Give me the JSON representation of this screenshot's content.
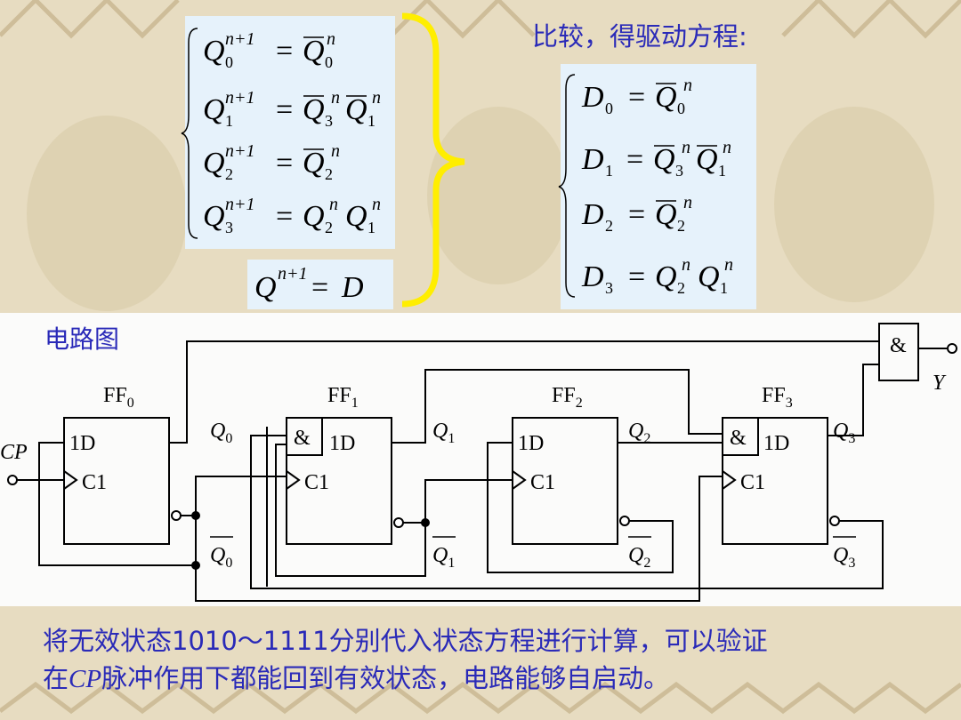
{
  "header": {
    "right_title": "比较，得驱动方程:"
  },
  "state_equations": {
    "q0": {
      "lhs": "Q",
      "sub": "0",
      "sup": "n+1",
      "rhs": "= Q̄₀ⁿ"
    },
    "q1": {
      "lhs": "Q",
      "sub": "1",
      "sup": "n+1",
      "rhs": "= Q̄₃ⁿQ̄₁ⁿ"
    },
    "q2": {
      "lhs": "Q",
      "sub": "2",
      "sup": "n+1",
      "rhs": "= Q̄₂ⁿ"
    },
    "q3": {
      "lhs": "Q",
      "sub": "3",
      "sup": "n+1",
      "rhs": "= Q₂ⁿQ₁ⁿ"
    },
    "characteristic": "Qⁿ⁺¹ = D"
  },
  "drive_equations": {
    "d0": "D₀ = Q̄₀ⁿ",
    "d1": "D₁ = Q̄₃ⁿQ̄₁ⁿ",
    "d2": "D₂ = Q̄₂ⁿ",
    "d3": "D₃ = Q₂ⁿQ₁ⁿ"
  },
  "circuit": {
    "label": "电路图",
    "ff_names": [
      "FF",
      "FF",
      "FF",
      "FF"
    ],
    "ff_subs": [
      "0",
      "1",
      "2",
      "3"
    ],
    "input_1d": "1D",
    "input_c1": "C1",
    "and_symbol": "&",
    "clock_label": "CP",
    "output_label": "Y",
    "q_labels": [
      "Q",
      "Q",
      "Q",
      "Q"
    ],
    "q_subs": [
      "0",
      "1",
      "2",
      "3"
    ]
  },
  "footer": {
    "line1": "将无效状态1010～1111分别代入状态方程进行计算，可以验证",
    "line2_pre": "在",
    "line2_cp": "CP",
    "line2_post": "脉冲作用下都能回到有效状态，电路能够自启动。"
  },
  "colors": {
    "background": "#e7dcc1",
    "equation_box": "#e6f2fb",
    "text_blue": "#2a2ab8",
    "brace_yellow": "#ffee00",
    "pattern_brown": "#c8b58f"
  }
}
